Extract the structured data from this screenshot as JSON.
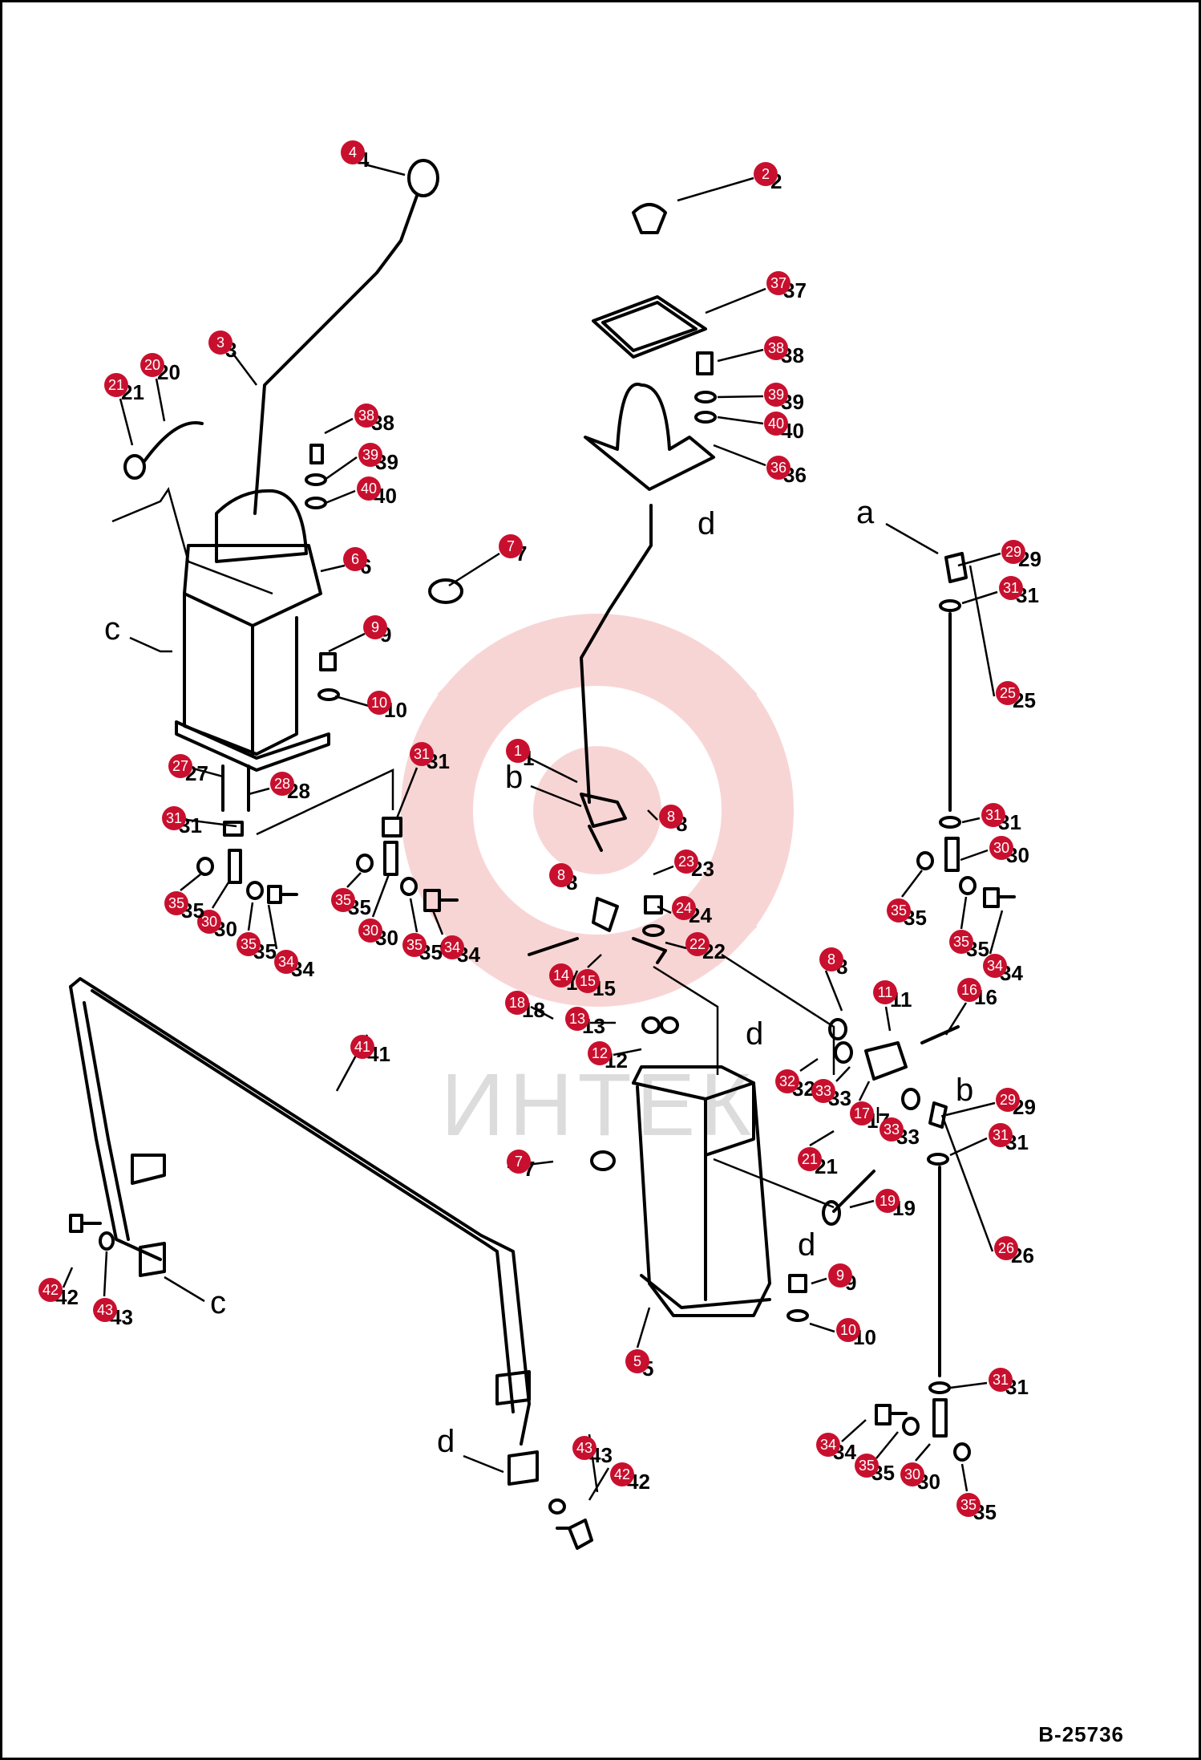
{
  "drawing_code": "B-25736",
  "watermark": "ИНТЕК",
  "colors": {
    "badge": "#c8102e",
    "ink": "#000000",
    "watermark_gear": "#f3b3b3",
    "watermark_text": "#dcdcdc"
  },
  "direction_letters": [
    "a",
    "b",
    "c",
    "d"
  ],
  "callouts": [
    {
      "n": "1"
    },
    {
      "n": "2"
    },
    {
      "n": "3"
    },
    {
      "n": "4"
    },
    {
      "n": "5"
    },
    {
      "n": "6"
    },
    {
      "n": "7"
    },
    {
      "n": "7"
    },
    {
      "n": "8"
    },
    {
      "n": "8"
    },
    {
      "n": "8"
    },
    {
      "n": "9"
    },
    {
      "n": "9"
    },
    {
      "n": "10"
    },
    {
      "n": "10"
    },
    {
      "n": "11"
    },
    {
      "n": "12"
    },
    {
      "n": "13"
    },
    {
      "n": "14"
    },
    {
      "n": "15"
    },
    {
      "n": "16"
    },
    {
      "n": "17"
    },
    {
      "n": "18"
    },
    {
      "n": "19"
    },
    {
      "n": "20"
    },
    {
      "n": "21"
    },
    {
      "n": "21"
    },
    {
      "n": "22"
    },
    {
      "n": "23"
    },
    {
      "n": "24"
    },
    {
      "n": "25"
    },
    {
      "n": "26"
    },
    {
      "n": "27"
    },
    {
      "n": "28"
    },
    {
      "n": "29"
    },
    {
      "n": "29"
    },
    {
      "n": "30"
    },
    {
      "n": "30"
    },
    {
      "n": "30"
    },
    {
      "n": "30"
    },
    {
      "n": "31"
    },
    {
      "n": "31"
    },
    {
      "n": "31"
    },
    {
      "n": "31"
    },
    {
      "n": "31"
    },
    {
      "n": "31"
    },
    {
      "n": "32"
    },
    {
      "n": "33"
    },
    {
      "n": "33"
    },
    {
      "n": "34"
    },
    {
      "n": "34"
    },
    {
      "n": "34"
    },
    {
      "n": "34"
    },
    {
      "n": "35"
    },
    {
      "n": "35"
    },
    {
      "n": "35"
    },
    {
      "n": "35"
    },
    {
      "n": "35"
    },
    {
      "n": "35"
    },
    {
      "n": "35"
    },
    {
      "n": "35"
    },
    {
      "n": "36"
    },
    {
      "n": "37"
    },
    {
      "n": "38"
    },
    {
      "n": "38"
    },
    {
      "n": "39"
    },
    {
      "n": "39"
    },
    {
      "n": "40"
    },
    {
      "n": "40"
    },
    {
      "n": "41"
    },
    {
      "n": "42"
    },
    {
      "n": "42"
    },
    {
      "n": "43"
    },
    {
      "n": "43"
    }
  ]
}
